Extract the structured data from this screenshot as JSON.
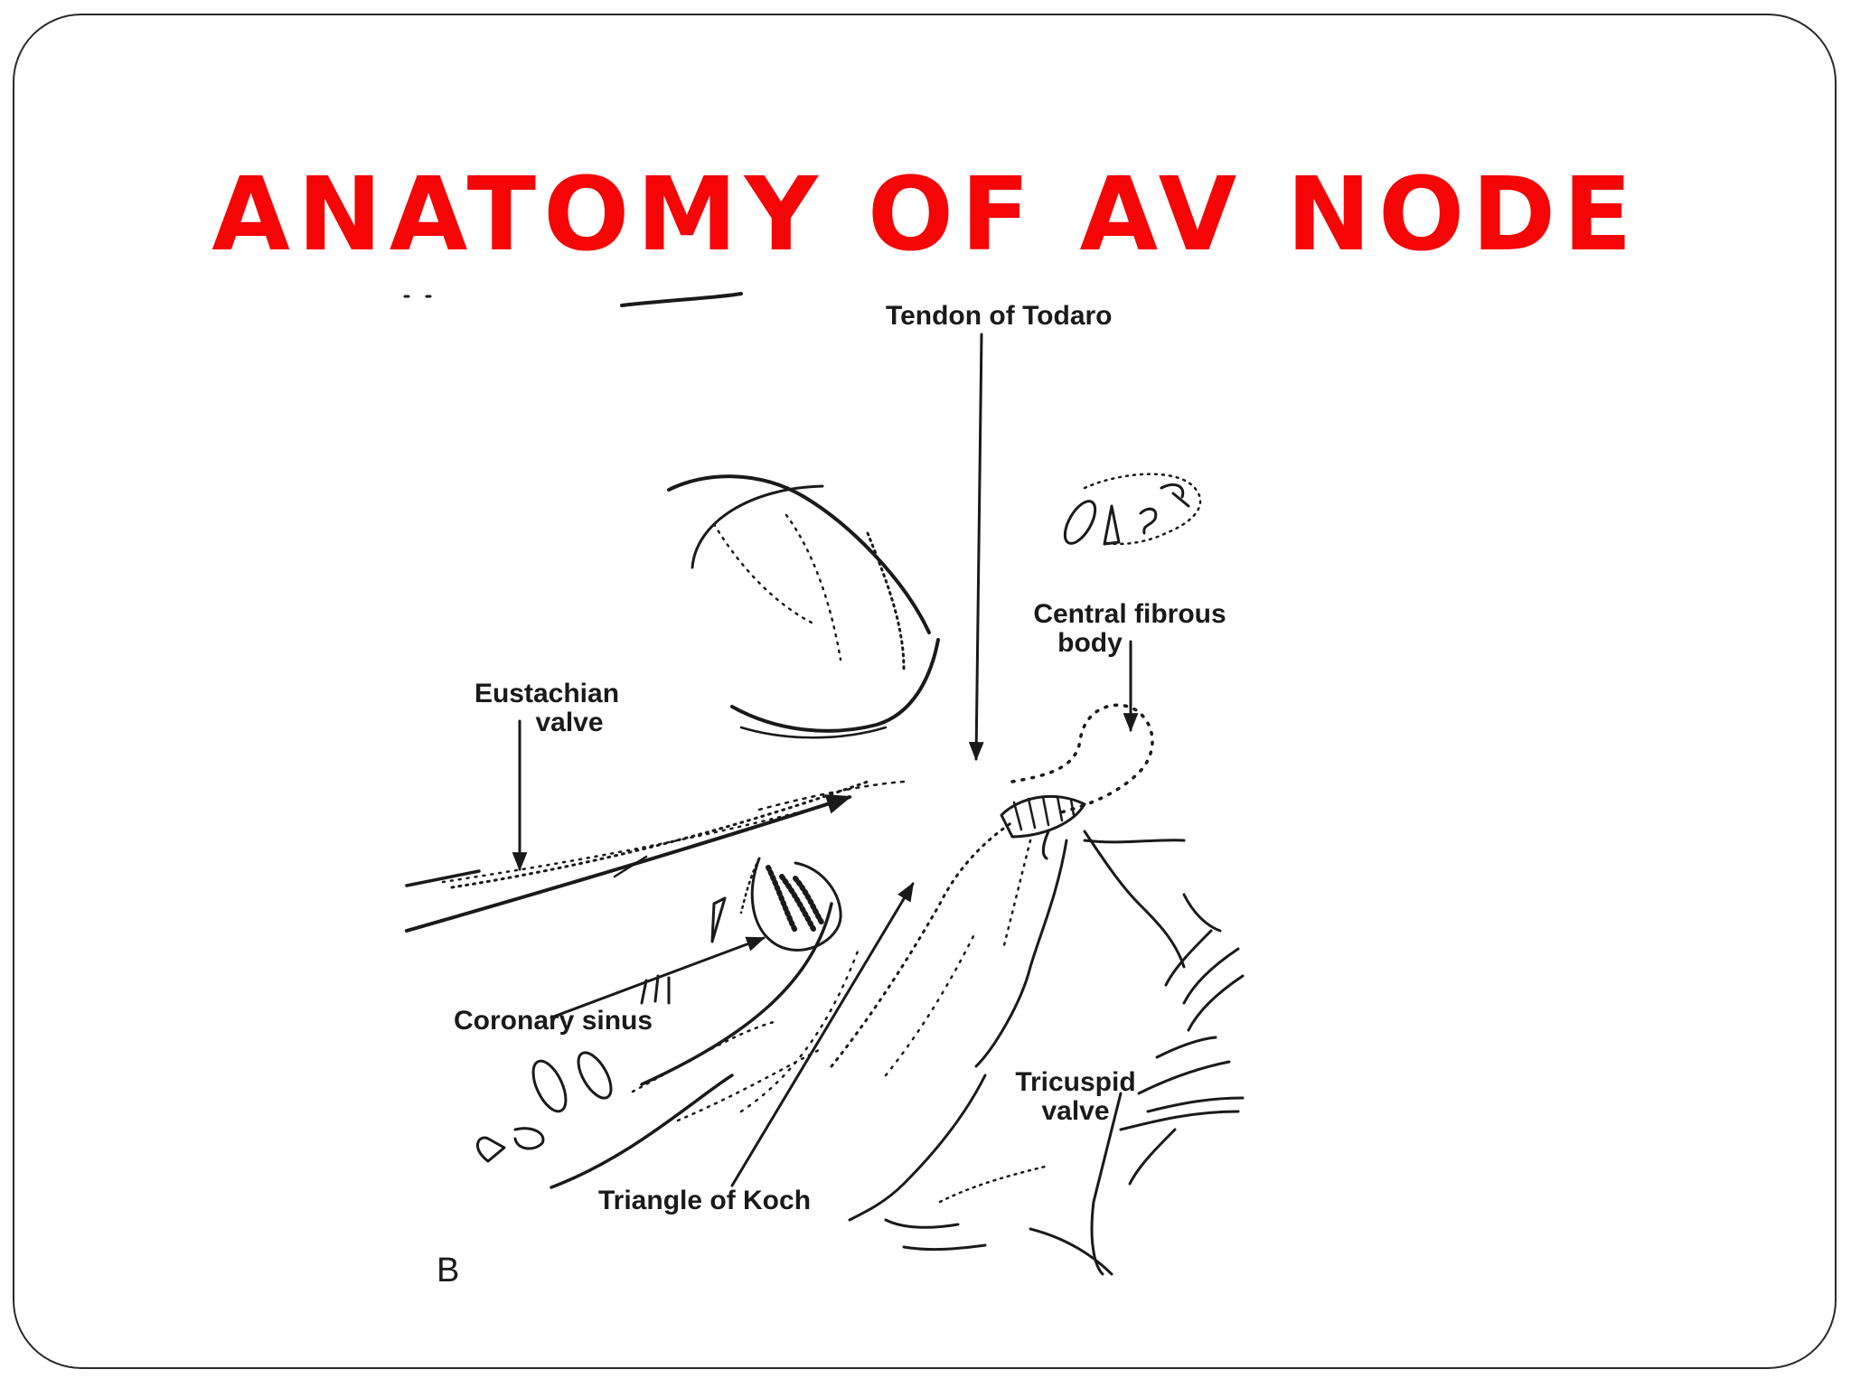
{
  "slide": {
    "title": "ANATOMY OF AV NODE",
    "title_color": "#f50505"
  },
  "figure": {
    "labels": {
      "tendon_of_todaro": "Tendon of Todaro",
      "central_fibrous_body_line1": "Central fibrous",
      "central_fibrous_body_line2": "body",
      "eustachian_valve_line1": "Eustachian",
      "eustachian_valve_line2": "valve",
      "coronary_sinus": "Coronary sinus",
      "tricuspid_valve_line1": "Tricuspid",
      "tricuspid_valve_line2": "valve",
      "triangle_of_koch": "Triangle of Koch",
      "panel_letter": "B"
    }
  }
}
